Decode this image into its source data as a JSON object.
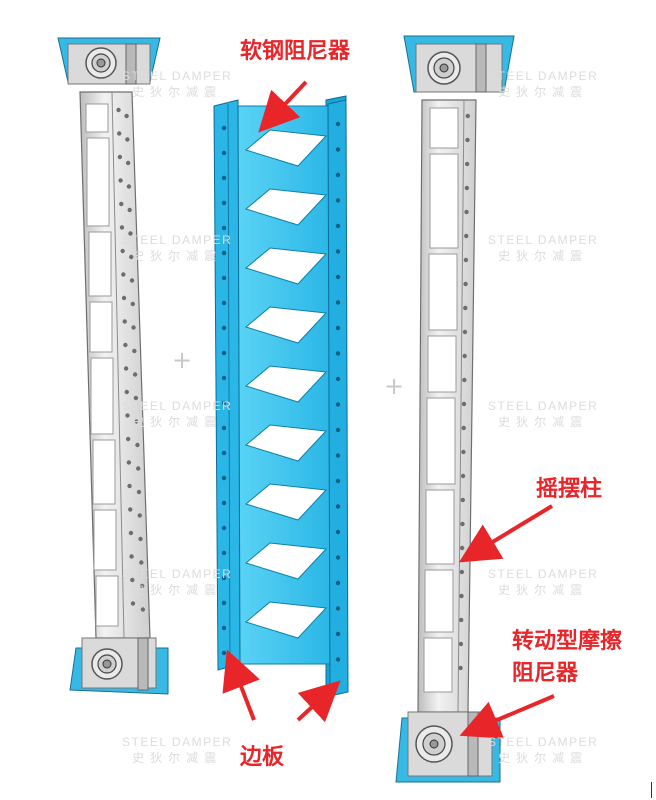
{
  "labels": {
    "steel_damper": "软钢阻尼器",
    "rocking_column": "摇摆柱",
    "friction_damper_line1": "转动型摩擦",
    "friction_damper_line2": "阻尼器",
    "side_plate": "边板"
  },
  "watermark": {
    "en": "STEEL DAMPER",
    "cn": "史狄尔减震"
  },
  "plus_sign": "+",
  "colors": {
    "annotation_red": "#e8262a",
    "cyan_plate": "#29c3ef",
    "cyan_dark": "#0e8fbf",
    "steel_gray": "#d9d9d9",
    "steel_dark": "#8e8e8e",
    "base_cyan": "#37b9e6"
  },
  "icons": [
    "arrow-icon"
  ]
}
